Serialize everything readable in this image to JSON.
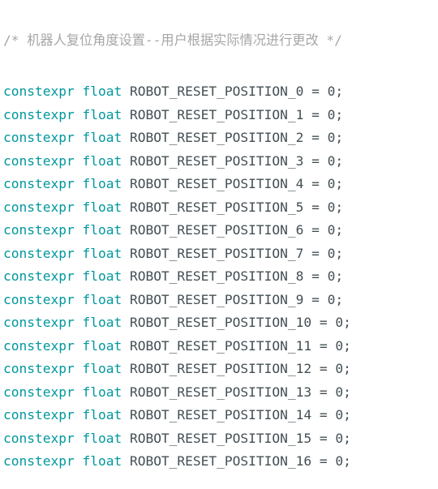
{
  "editor": {
    "comment": "/* 机器人复位角度设置--用户根据实际情况进行更改 */",
    "lines": [
      {
        "keyword": "constexpr",
        "type": "float",
        "name": "ROBOT_RESET_POSITION_0",
        "op": "=",
        "value": "0",
        "end": ";"
      },
      {
        "keyword": "constexpr",
        "type": "float",
        "name": "ROBOT_RESET_POSITION_1",
        "op": "=",
        "value": "0",
        "end": ";"
      },
      {
        "keyword": "constexpr",
        "type": "float",
        "name": "ROBOT_RESET_POSITION_2",
        "op": "=",
        "value": "0",
        "end": ";"
      },
      {
        "keyword": "constexpr",
        "type": "float",
        "name": "ROBOT_RESET_POSITION_3",
        "op": "=",
        "value": "0",
        "end": ";"
      },
      {
        "keyword": "constexpr",
        "type": "float",
        "name": "ROBOT_RESET_POSITION_4",
        "op": "=",
        "value": "0",
        "end": ";"
      },
      {
        "keyword": "constexpr",
        "type": "float",
        "name": "ROBOT_RESET_POSITION_5",
        "op": "=",
        "value": "0",
        "end": ";"
      },
      {
        "keyword": "constexpr",
        "type": "float",
        "name": "ROBOT_RESET_POSITION_6",
        "op": "=",
        "value": "0",
        "end": ";"
      },
      {
        "keyword": "constexpr",
        "type": "float",
        "name": "ROBOT_RESET_POSITION_7",
        "op": "=",
        "value": "0",
        "end": ";"
      },
      {
        "keyword": "constexpr",
        "type": "float",
        "name": "ROBOT_RESET_POSITION_8",
        "op": "=",
        "value": "0",
        "end": ";"
      },
      {
        "keyword": "constexpr",
        "type": "float",
        "name": "ROBOT_RESET_POSITION_9",
        "op": "=",
        "value": "0",
        "end": ";"
      },
      {
        "keyword": "constexpr",
        "type": "float",
        "name": "ROBOT_RESET_POSITION_10",
        "op": "=",
        "value": "0",
        "end": ";"
      },
      {
        "keyword": "constexpr",
        "type": "float",
        "name": "ROBOT_RESET_POSITION_11",
        "op": "=",
        "value": "0",
        "end": ";"
      },
      {
        "keyword": "constexpr",
        "type": "float",
        "name": "ROBOT_RESET_POSITION_12",
        "op": "=",
        "value": "0",
        "end": ";"
      },
      {
        "keyword": "constexpr",
        "type": "float",
        "name": "ROBOT_RESET_POSITION_13",
        "op": "=",
        "value": "0",
        "end": ";"
      },
      {
        "keyword": "constexpr",
        "type": "float",
        "name": "ROBOT_RESET_POSITION_14",
        "op": "=",
        "value": "0",
        "end": ";"
      },
      {
        "keyword": "constexpr",
        "type": "float",
        "name": "ROBOT_RESET_POSITION_15",
        "op": "=",
        "value": "0",
        "end": ";"
      },
      {
        "keyword": "constexpr",
        "type": "float",
        "name": "ROBOT_RESET_POSITION_16",
        "op": "=",
        "value": "0",
        "end": ";"
      }
    ]
  },
  "colors": {
    "comment": "#a6a6a6",
    "keyword": "#00979d",
    "text": "#434f54",
    "background": "#ffffff"
  }
}
